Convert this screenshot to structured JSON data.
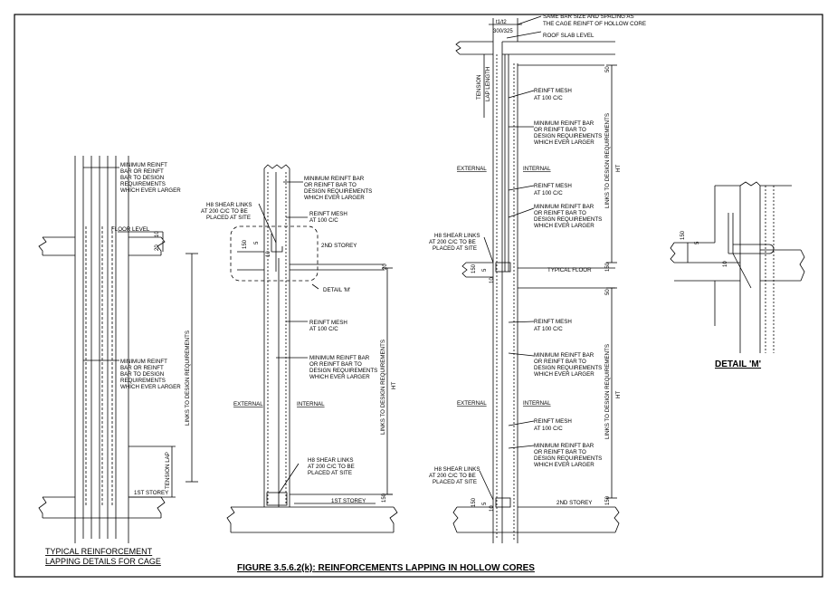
{
  "figure_title": "FIGURE 3.5.6.2(k): REINFORCEMENTS LAPPING IN HOLLOW CORES",
  "left_detail": {
    "caption": [
      "TYPICAL REINFORCEMENT",
      "LAPPING DETAILS FOR CAGE"
    ],
    "note_top": [
      "MINIMUM REINFT",
      "BAR OR REINFT",
      "BAR TO DESIGN",
      "REQUIREMENTS",
      "WHICH EVER LARGER"
    ],
    "note_mid": [
      "MINIMUM REINFT",
      "BAR OR REINFT",
      "BAR TO DESIGN",
      "REQUIREMENTS",
      "WHICH EVER LARGER"
    ],
    "floor_level": "FLOOR LEVEL",
    "dim_10": "10",
    "dim_20": "20",
    "links_label": "LINKS TO DESIGN REQUIREMENTS",
    "tension_lap": "TENSION LAP",
    "first_storey": "1ST STOREY"
  },
  "middle_detail": {
    "note_min_bar": [
      "MINIMUM REINFT BAR",
      "OR REINFT BAR TO",
      "DESIGN REQUIREMENTS",
      "WHICH EVER LARGER"
    ],
    "h8_top": [
      "H8 SHEAR LINKS",
      "AT 200 C/C TO BE",
      "PLACED AT SITE"
    ],
    "mesh_top": [
      "REINFT MESH",
      "AT 100 C/C"
    ],
    "second_storey": "2ND STOREY",
    "detail_m": "DETAIL 'M'",
    "mesh_mid": [
      "REINFT MESH",
      "AT 100 C/C"
    ],
    "note_min_bar_2": [
      "MINIMUM REINFT BAR",
      "OR REINFT BAR TO",
      "DESIGN REQUIREMENTS",
      "WHICH EVER LARGER"
    ],
    "external": "EXTERNAL",
    "internal": "INTERNAL",
    "links_label": "LINKS TO DESIGN REQUIREMENTS",
    "ht": "HT",
    "h8_bottom": [
      "H8 SHEAR LINKS",
      "AT 200 C/C TO BE",
      "PLACED AT SITE"
    ],
    "first_storey": "1ST STOREY",
    "dim_150": "150",
    "dim_5": "5",
    "dim_10": "10",
    "dim_20": "20"
  },
  "right_detail": {
    "t_label": "t1/t2",
    "t_value": "300/325",
    "top_note": [
      "SAME BAR SIZE AND SPACING AS",
      "THE CAGE REINFT OF HOLLOW CORE"
    ],
    "roof_level": "ROOF SLAB LEVEL",
    "tension_lap": [
      "TENSION",
      "LAP LENGTH"
    ],
    "mesh": [
      "REINFT MESH",
      "AT 100 C/C"
    ],
    "min_bar": [
      "MINIMUM REINFT BAR",
      "OR REINFT BAR TO",
      "DESIGN REQUIREMENTS",
      "WHICH EVER LARGER"
    ],
    "external": "EXTERNAL",
    "internal": "INTERNAL",
    "h8": [
      "H8 SHEAR LINKS",
      "AT 200 C/C TO BE",
      "PLACED AT SITE"
    ],
    "typical_floor": "TYPICAL FLOOR",
    "second_storey": "2ND STOREY",
    "links_label": "LINKS TO DESIGN REQUIREMENTS",
    "ht": "HT",
    "dim_50": "50",
    "dim_150": "150",
    "dim_5": "5",
    "dim_10": "10"
  },
  "detail_m": {
    "title": "DETAIL 'M'",
    "dim_150": "150",
    "dim_5": "5",
    "dim_10": "10"
  }
}
